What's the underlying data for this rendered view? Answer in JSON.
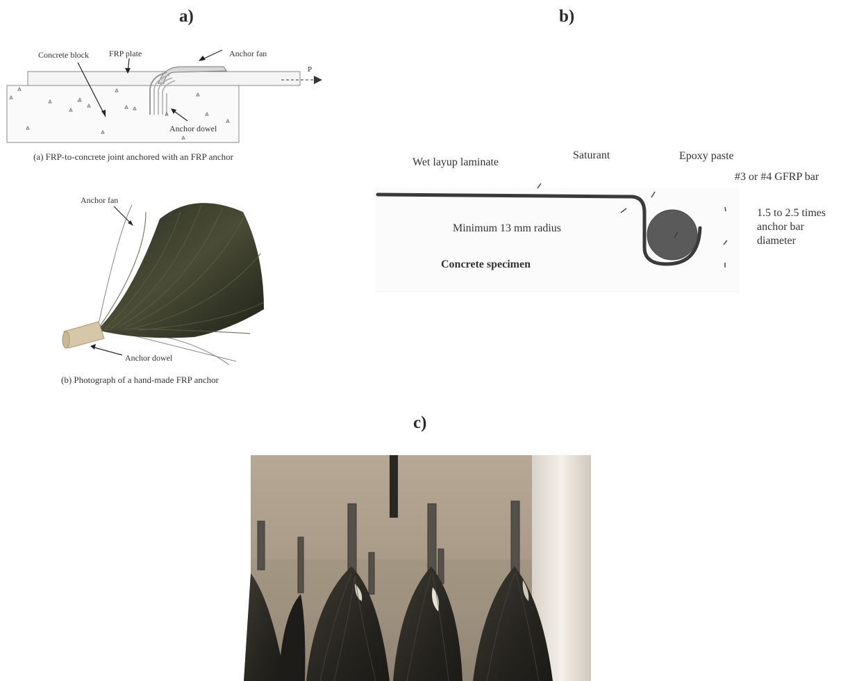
{
  "panels": {
    "a": {
      "label": "a)",
      "fig1": {
        "labels": {
          "concrete_block": "Concrete block",
          "frp_plate": "FRP plate",
          "anchor_fan": "Anchor fan",
          "load": "P",
          "anchor_dowel": "Anchor dowel"
        },
        "caption": "(a) FRP-to-concrete joint anchored with an FRP anchor"
      },
      "fig2": {
        "labels": {
          "anchor_fan": "Anchor fan",
          "anchor_dowel": "Anchor dowel"
        },
        "caption": "(b) Photograph of a hand-made FRP anchor"
      }
    },
    "b": {
      "label": "b)",
      "labels": {
        "wet_layup": "Wet layup laminate",
        "saturant": "Saturant",
        "epoxy_paste": "Epoxy paste",
        "gfrp_bar": "#3 or #4 GFRP bar",
        "times_line1": "1.5 to 2.5 times",
        "times_line2": "anchor bar",
        "times_line3": "diameter",
        "min_radius": "Minimum 13 mm radius",
        "concrete_specimen": "Concrete specimen"
      }
    },
    "c": {
      "label": "c)"
    }
  }
}
